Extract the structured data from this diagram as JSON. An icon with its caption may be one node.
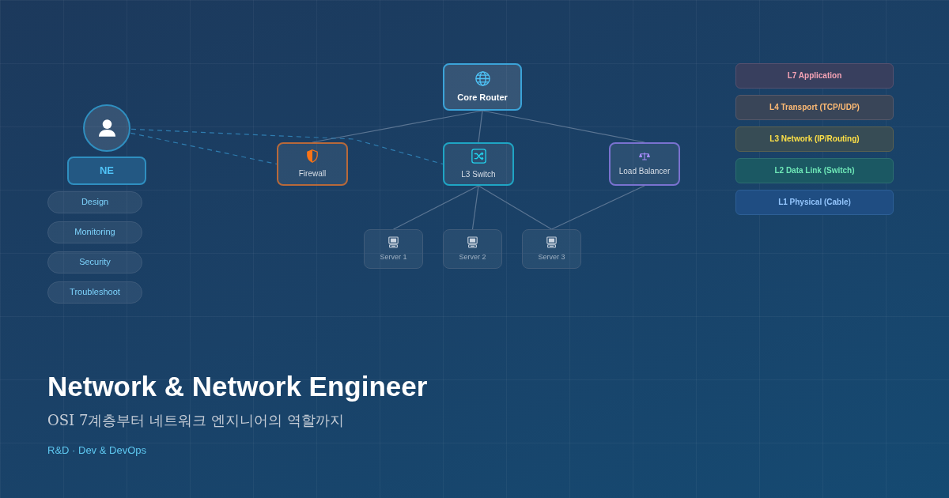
{
  "diagram": {
    "title": "Network & Network Engineer",
    "nodes": [
      {
        "text": [],
        "shape": "person"
      },
      {
        "text": [
          "NE"
        ]
      },
      {
        "text": [
          "Design"
        ]
      },
      {
        "text": [
          "Monitoring"
        ]
      },
      {
        "text": [
          "Security"
        ]
      },
      {
        "text": [
          "Troubleshoot"
        ]
      },
      {
        "text": [
          "Core Router"
        ]
      },
      {
        "text": [
          "Firewall"
        ]
      },
      {
        "text": [
          "L3 Switch"
        ]
      },
      {
        "text": [
          "Load Balancer"
        ]
      },
      {
        "text": [
          "Server 1"
        ]
      },
      {
        "text": [
          "Server 2"
        ]
      },
      {
        "text": [
          "Server 3"
        ]
      },
      {
        "text": [
          "L7 Application"
        ]
      },
      {
        "text": [
          "L4 Transport (TCP/UDP)"
        ]
      },
      {
        "text": [
          "L3 Network (IP/Routing)"
        ]
      },
      {
        "text": [
          "L2 Data Link (Switch)"
        ]
      },
      {
        "text": [
          "L1 Physical (Cable)"
        ]
      }
    ],
    "edges": [
      {
        "from": 6,
        "to": 7,
        "arrow": "none"
      },
      {
        "from": 6,
        "to": 8,
        "arrow": "none"
      },
      {
        "from": 6,
        "to": 9,
        "arrow": "none"
      },
      {
        "from": 8,
        "to": 10,
        "arrow": "none"
      },
      {
        "from": 8,
        "to": 11,
        "arrow": "none"
      },
      {
        "from": 8,
        "to": 12,
        "arrow": "none"
      },
      {
        "from": 9,
        "to": 12,
        "arrow": "none"
      },
      {
        "from": 0,
        "to": 7,
        "arrow": "none",
        "style": "dashed",
        "color": "#2f7db0"
      },
      {
        "from": 0,
        "to": 8,
        "arrow": "none",
        "style": "dashed",
        "color": "#2f7db0"
      }
    ],
    "labels": [
      "OSI 7계층부터 네트워크 엔지니어의 역할까지",
      "R&D · Dev & DevOps"
    ]
  }
}
